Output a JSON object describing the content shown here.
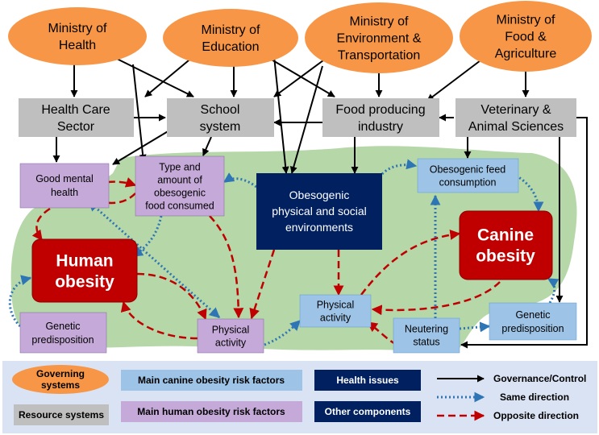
{
  "colors": {
    "governing": "#F79646",
    "resource": "#BFBFBF",
    "canine_risk": "#9DC3E6",
    "human_risk": "#C5A9D8",
    "health_issue_dark": "#002060",
    "obesity_red": "#C00000",
    "green_area": "#B6D7A8",
    "legend_bg": "#DAE3F3",
    "governance_arrow": "#000000",
    "same_arrow": "#2E75B6",
    "opposite_arrow": "#C00000"
  },
  "ministries": {
    "health": [
      "Ministry of",
      "Health"
    ],
    "education": [
      "Ministry of",
      "Education"
    ],
    "environment": [
      "Ministry of",
      "Environment &",
      "Transportation"
    ],
    "food": [
      "Ministry of",
      "Food &",
      "Agriculture"
    ]
  },
  "resources": {
    "health_care": [
      "Health Care",
      "Sector"
    ],
    "school": [
      "School",
      "system"
    ],
    "food_industry": [
      "Food producing",
      "industry"
    ],
    "veterinary": [
      "Veterinary &",
      "Animal Sciences"
    ]
  },
  "human_factors": {
    "mental": [
      "Good mental",
      "health"
    ],
    "food": [
      "Type and",
      "amount of",
      "obesogenic",
      "food  consumed"
    ],
    "physical": [
      "Physical",
      "activity"
    ],
    "genetic": [
      "Genetic",
      "predisposition"
    ]
  },
  "canine_factors": {
    "feed": [
      "Obesogenic feed",
      "consumption"
    ],
    "physical": [
      "Physical",
      "activity"
    ],
    "neutering": [
      "Neutering",
      "status"
    ],
    "genetic": [
      "Genetic",
      "predisposition"
    ]
  },
  "health_issues": {
    "human": [
      "Human",
      "obesity"
    ],
    "canine": [
      "Canine",
      "obesity"
    ]
  },
  "other_components": {
    "environment": [
      "Obesogenic",
      "physical  and social",
      "environments"
    ]
  },
  "legend": {
    "governing": [
      "Governing",
      "systems"
    ],
    "resource": "Resource systems",
    "canine_risk": "Main canine obesity risk factors",
    "human_risk": "Main human obesity risk factors",
    "health_issues": "Health issues",
    "other_components": "Other components",
    "governance": "Governance/Control",
    "same": "Same direction",
    "opposite": "Opposite direction"
  }
}
